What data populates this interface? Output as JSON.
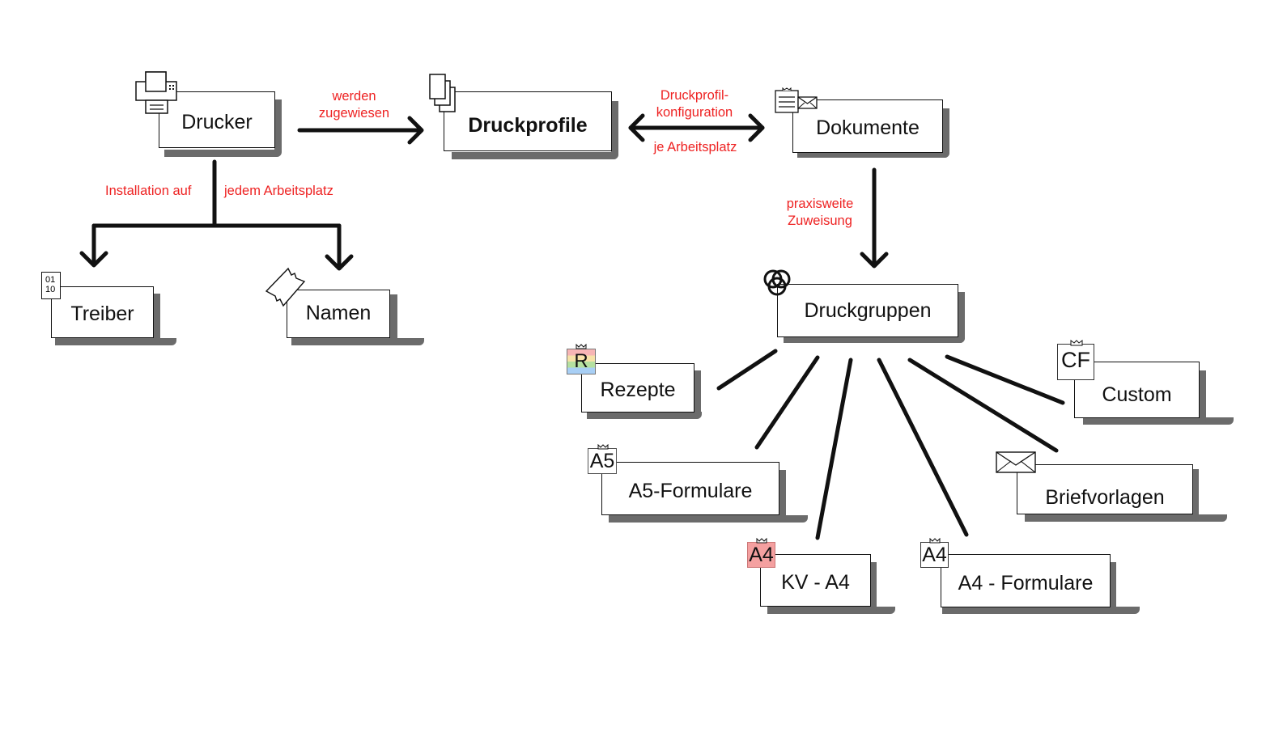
{
  "colors": {
    "label": "#ee2222",
    "line": "#111111",
    "shadow": "#6b6b6b",
    "kv_badge": "#f4a0a0"
  },
  "nodes": {
    "drucker": {
      "label": "Drucker",
      "icon": "printer-icon"
    },
    "druckprofile": {
      "label": "Druckprofile",
      "icon": "stacked-pages-icon"
    },
    "dokumente": {
      "label": "Dokumente",
      "icon": "document-envelope-icon"
    },
    "treiber": {
      "label": "Treiber",
      "icon": "binary-file-icon",
      "icon_text": [
        "01",
        "10"
      ]
    },
    "namen": {
      "label": "Namen",
      "icon": "name-tag-icon"
    },
    "druckgruppen": {
      "label": "Druckgruppen",
      "icon": "interlocking-rings-icon"
    },
    "rezepte": {
      "label": "Rezepte",
      "icon": "rezept-form-icon",
      "icon_text": "R"
    },
    "a5_formulare": {
      "label": "A5-Formulare",
      "icon": "a5-form-icon",
      "icon_text": "A5"
    },
    "kv_a4": {
      "label": "KV - A4",
      "icon": "kv-a4-form-icon",
      "icon_text": "A4"
    },
    "a4_formulare": {
      "label": "A4 - Formulare",
      "icon": "a4-form-icon",
      "icon_text": "A4"
    },
    "briefvorlagen": {
      "label": "Briefvorlagen",
      "icon": "envelope-icon"
    },
    "custom": {
      "label": "Custom",
      "icon": "custom-form-icon",
      "icon_text": "CF"
    }
  },
  "edge_labels": {
    "zugewiesen": [
      "werden",
      "zugewiesen"
    ],
    "konfiguration_top": [
      "Druckprofil-",
      "konfiguration"
    ],
    "konfiguration_bottom": "je Arbeitsplatz",
    "installation_left": "Installation auf",
    "installation_right": "jedem Arbeitsplatz",
    "praxisweit": [
      "praxisweite",
      "Zuweisung"
    ]
  }
}
